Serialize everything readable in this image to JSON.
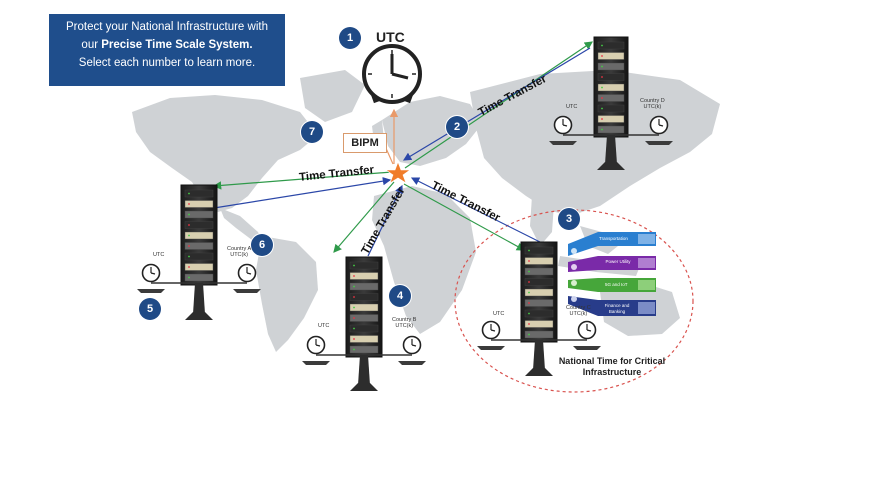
{
  "banner": {
    "line1": "Protect your National Infrastructure with",
    "line2_prefix": "our ",
    "line2_bold": "Precise Time Scale System.",
    "line3": "Select each number to learn more."
  },
  "utc_label": "UTC",
  "bipm_label": "BIPM",
  "time_transfer_label": "Time Transfer",
  "numbers": [
    "1",
    "2",
    "3",
    "4",
    "5",
    "6",
    "7"
  ],
  "stations": {
    "a": {
      "utc": "UTC",
      "country": "Country A",
      "country_sub": "UTC(k)"
    },
    "b": {
      "utc": "UTC",
      "country": "Country B",
      "country_sub": "UTC(k)"
    },
    "c": {
      "utc": "UTC",
      "country": "Country C",
      "country_sub": "UTC(k)"
    },
    "d": {
      "utc": "UTC",
      "country": "Country D",
      "country_sub": "UTC(k)"
    }
  },
  "sectors": [
    "Transportation",
    "Power Utility",
    "5G and IoT",
    "Finance and Banking"
  ],
  "infrastructure_label": "National Time for Critical Infrastructure",
  "colors": {
    "banner": "#1f4e8c",
    "number_badge": "#1f4a86",
    "map": "#cdd0d3",
    "arrow_blue": "#2b47a8",
    "arrow_green": "#2f9a4a",
    "star": "#f07c2a",
    "dashed_ellipse": "#d9534f",
    "sector_blue": "#2a7fd0",
    "sector_purple": "#7a2aa8",
    "sector_green": "#46a63a",
    "sector_navy": "#283c8a"
  }
}
